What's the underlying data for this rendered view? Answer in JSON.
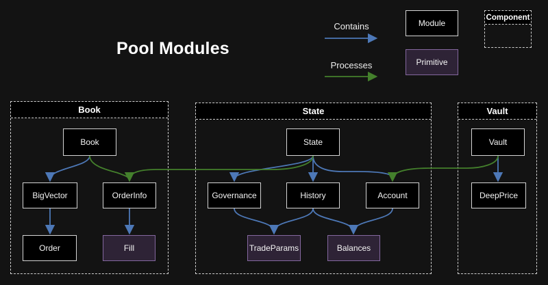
{
  "title": "Pool Modules",
  "legend": {
    "contains": "Contains",
    "processes": "Processes",
    "module": "Module",
    "primitive": "Primitive",
    "component": "Component"
  },
  "colors": {
    "background": "#131313",
    "contains_edge": "#4d78b7",
    "processes_edge": "#44802c",
    "module_fill": "#000000",
    "module_border": "#d6d6d6",
    "primitive_fill": "#2e2336",
    "primitive_border": "#8568a0",
    "cluster_border": "#d0d0d0",
    "text": "#f5f5f5"
  },
  "diagram": {
    "container_labels": {
      "book": "Book",
      "state": "State",
      "vault": "Vault"
    },
    "nodes": {
      "book": {
        "label": "Book",
        "type": "module"
      },
      "bigvector": {
        "label": "BigVector",
        "type": "module"
      },
      "orderinfo": {
        "label": "OrderInfo",
        "type": "module"
      },
      "order": {
        "label": "Order",
        "type": "module"
      },
      "fill": {
        "label": "Fill",
        "type": "primitive"
      },
      "state": {
        "label": "State",
        "type": "module"
      },
      "governance": {
        "label": "Governance",
        "type": "module"
      },
      "history": {
        "label": "History",
        "type": "module"
      },
      "account": {
        "label": "Account",
        "type": "module"
      },
      "tradeparams": {
        "label": "TradeParams",
        "type": "primitive"
      },
      "balances": {
        "label": "Balances",
        "type": "primitive"
      },
      "vault": {
        "label": "Vault",
        "type": "module"
      },
      "deepprice": {
        "label": "DeepPrice",
        "type": "module"
      }
    },
    "edges": [
      {
        "from": "Book",
        "to": "BigVector",
        "type": "contains"
      },
      {
        "from": "BigVector",
        "to": "Order",
        "type": "contains"
      },
      {
        "from": "OrderInfo",
        "to": "Fill",
        "type": "contains"
      },
      {
        "from": "State",
        "to": "Governance",
        "type": "contains"
      },
      {
        "from": "State",
        "to": "History",
        "type": "contains"
      },
      {
        "from": "State",
        "to": "Account",
        "type": "contains"
      },
      {
        "from": "Governance",
        "to": "TradeParams",
        "type": "contains"
      },
      {
        "from": "History",
        "to": "TradeParams",
        "type": "contains"
      },
      {
        "from": "History",
        "to": "Balances",
        "type": "contains"
      },
      {
        "from": "Account",
        "to": "Balances",
        "type": "contains"
      },
      {
        "from": "Vault",
        "to": "DeepPrice",
        "type": "contains"
      },
      {
        "from": "Book",
        "to": "OrderInfo",
        "type": "processes"
      },
      {
        "from": "State",
        "to": "OrderInfo",
        "type": "processes"
      },
      {
        "from": "Vault",
        "to": "Account",
        "type": "processes"
      }
    ]
  }
}
